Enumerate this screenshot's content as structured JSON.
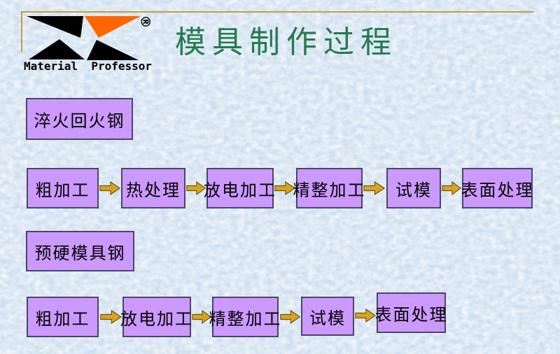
{
  "title": "模具制作过程",
  "logo": {
    "brand": "Material  Professor",
    "registered": "®"
  },
  "flows": [
    {
      "material": "淬火回火钢",
      "steps": [
        "粗加工",
        "热处理",
        "放电加工",
        "精整加工",
        "试模",
        "表面处理"
      ]
    },
    {
      "material": "预硬模具钢",
      "steps": [
        "粗加工",
        "放电加工",
        "精整加工",
        "试模",
        "表面处理"
      ]
    }
  ],
  "colors": {
    "background": "#d3e1ee",
    "title_green": "#257a4e",
    "box_fill": "#cc99ff",
    "box_border": "#4a4566",
    "arrow_gold": "#d8a41f",
    "arrow_outline": "#6e5210",
    "rule_gold": "#c2a139",
    "logo_orange": "#ff6600",
    "logo_black": "#000000"
  }
}
